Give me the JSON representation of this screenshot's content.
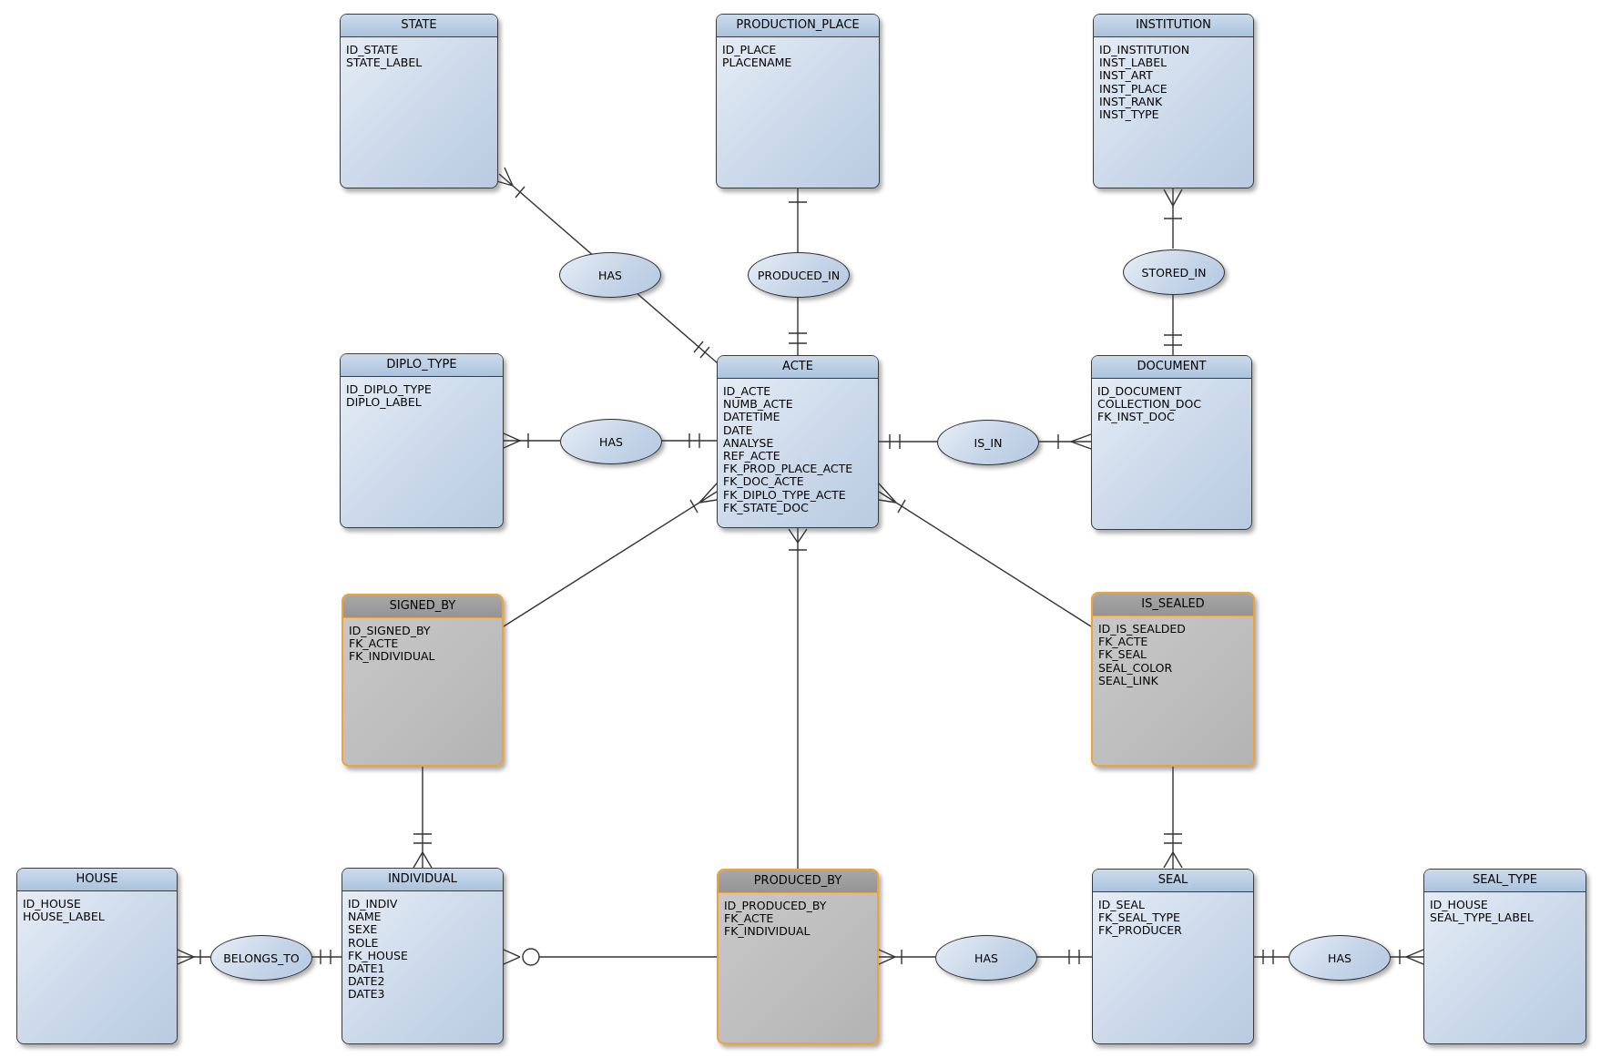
{
  "diagram": {
    "kind": "entity-relationship-diagram",
    "notation": "crow-foot with relationship ellipses"
  },
  "colors": {
    "entity_header": "#aac2dc",
    "entity_body": "#d3dfee",
    "entity_border": "#3c3c3c",
    "assoc_border": "#efa238",
    "assoc_header": "#9a9a9a",
    "assoc_body": "#bdbdbd",
    "connector_line": "#333333",
    "background": "#ffffff"
  },
  "entities": [
    {
      "name": "STATE",
      "fields": [
        "ID_STATE",
        "STATE_LABEL"
      ],
      "style": "blue"
    },
    {
      "name": "PRODUCTION_PLACE",
      "fields": [
        "ID_PLACE",
        "PLACENAME"
      ],
      "style": "blue"
    },
    {
      "name": "INSTITUTION",
      "fields": [
        "ID_INSTITUTION",
        "INST_LABEL",
        "INST_ART",
        "INST_PLACE",
        "INST_RANK",
        "INST_TYPE"
      ],
      "style": "blue"
    },
    {
      "name": "DIPLO_TYPE",
      "fields": [
        "ID_DIPLO_TYPE",
        "DIPLO_LABEL"
      ],
      "style": "blue"
    },
    {
      "name": "ACTE",
      "fields": [
        "ID_ACTE",
        "NUMB_ACTE",
        "DATETIME",
        "DATE",
        "ANALYSE",
        "REF_ACTE",
        "FK_PROD_PLACE_ACTE",
        "FK_DOC_ACTE",
        "FK_DIPLO_TYPE_ACTE",
        "FK_STATE_DOC"
      ],
      "style": "blue"
    },
    {
      "name": "DOCUMENT",
      "fields": [
        "ID_DOCUMENT",
        "COLLECTION_DOC",
        "FK_INST_DOC"
      ],
      "style": "blue"
    },
    {
      "name": "SIGNED_BY",
      "fields": [
        "ID_SIGNED_BY",
        "FK_ACTE",
        "FK_INDIVIDUAL"
      ],
      "style": "gray-orange"
    },
    {
      "name": "IS_SEALED",
      "fields": [
        "ID_IS_SEALDED",
        "FK_ACTE",
        "FK_SEAL",
        "SEAL_COLOR",
        "SEAL_LINK"
      ],
      "style": "gray-orange"
    },
    {
      "name": "HOUSE",
      "fields": [
        "ID_HOUSE",
        "HOUSE_LABEL"
      ],
      "style": "blue"
    },
    {
      "name": "INDIVIDUAL",
      "fields": [
        "ID_INDIV",
        "NAME",
        "SEXE",
        "ROLE",
        "FK_HOUSE",
        "DATE1",
        "DATE2",
        "DATE3"
      ],
      "style": "blue"
    },
    {
      "name": "PRODUCED_BY",
      "fields": [
        "ID_PRODUCED_BY",
        "FK_ACTE",
        "FK_INDIVIDUAL"
      ],
      "style": "gray-orange"
    },
    {
      "name": "SEAL",
      "fields": [
        "ID_SEAL",
        "FK_SEAL_TYPE",
        "FK_PRODUCER"
      ],
      "style": "blue"
    },
    {
      "name": "SEAL_TYPE",
      "fields": [
        "ID_HOUSE",
        "SEAL_TYPE_LABEL"
      ],
      "style": "blue"
    }
  ],
  "relationships": [
    {
      "label": "HAS",
      "from": "STATE",
      "to": "ACTE"
    },
    {
      "label": "PRODUCED_IN",
      "from": "PRODUCTION_PLACE",
      "to": "ACTE"
    },
    {
      "label": "STORED_IN",
      "from": "INSTITUTION",
      "to": "DOCUMENT"
    },
    {
      "label": "HAS",
      "from": "DIPLO_TYPE",
      "to": "ACTE"
    },
    {
      "label": "IS_IN",
      "from": "ACTE",
      "to": "DOCUMENT"
    },
    {
      "label": "BELONGS_TO",
      "from": "HOUSE",
      "to": "INDIVIDUAL"
    },
    {
      "label": "HAS",
      "from": "PRODUCED_BY",
      "to": "SEAL"
    },
    {
      "label": "HAS",
      "from": "SEAL",
      "to": "SEAL_TYPE"
    }
  ],
  "connectors": [
    {
      "from": "STATE",
      "to": "ACTE",
      "via": "HAS",
      "from_glyph": "crow-foot-tick",
      "to_glyph": "double-tick"
    },
    {
      "from": "PRODUCTION_PLACE",
      "to": "ACTE",
      "via": "PRODUCED_IN",
      "from_glyph": "tick",
      "to_glyph": "double-tick"
    },
    {
      "from": "INSTITUTION",
      "to": "DOCUMENT",
      "via": "STORED_IN",
      "from_glyph": "crow-foot-tick",
      "to_glyph": "double-tick"
    },
    {
      "from": "DIPLO_TYPE",
      "to": "ACTE",
      "via": "HAS",
      "from_glyph": "crow-foot-tick",
      "to_glyph": "double-tick"
    },
    {
      "from": "ACTE",
      "to": "DOCUMENT",
      "via": "IS_IN",
      "from_glyph": "double-tick",
      "to_glyph": "tick-crow-foot"
    },
    {
      "from": "ACTE",
      "to": "SIGNED_BY",
      "via": null,
      "from_glyph": "crow-foot-tick",
      "to_glyph": "plain"
    },
    {
      "from": "ACTE",
      "to": "IS_SEALED",
      "via": null,
      "from_glyph": "crow-foot-tick",
      "to_glyph": "plain"
    },
    {
      "from": "ACTE",
      "to": "PRODUCED_BY",
      "via": null,
      "from_glyph": "crow-foot-tick",
      "to_glyph": "plain"
    },
    {
      "from": "SIGNED_BY",
      "to": "INDIVIDUAL",
      "via": null,
      "from_glyph": "plain",
      "to_glyph": "double-tick-crow-foot"
    },
    {
      "from": "HOUSE",
      "to": "INDIVIDUAL",
      "via": "BELONGS_TO",
      "from_glyph": "crow-foot-tick",
      "to_glyph": "double-tick"
    },
    {
      "from": "INDIVIDUAL",
      "to": "PRODUCED_BY",
      "via": null,
      "from_glyph": "crow-foot-circle",
      "to_glyph": "plain"
    },
    {
      "from": "PRODUCED_BY",
      "to": "SEAL",
      "via": "HAS",
      "from_glyph": "crow-foot-tick",
      "to_glyph": "double-tick"
    },
    {
      "from": "IS_SEALED",
      "to": "SEAL",
      "via": null,
      "from_glyph": "plain",
      "to_glyph": "double-tick-crow-foot"
    },
    {
      "from": "SEAL",
      "to": "SEAL_TYPE",
      "via": "HAS",
      "from_glyph": "double-tick",
      "to_glyph": "tick-crow-foot"
    }
  ]
}
